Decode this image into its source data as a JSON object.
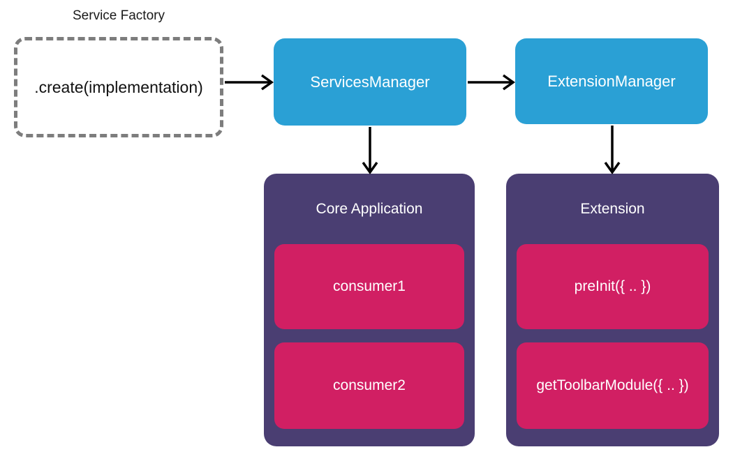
{
  "factory": {
    "label": "Service Factory",
    "method": ".create(implementation)"
  },
  "nodes": {
    "services_manager": "ServicesManager",
    "extension_manager": "ExtensionManager"
  },
  "core_application": {
    "title": "Core Application",
    "items": [
      {
        "label": "consumer1"
      },
      {
        "label": "consumer2"
      }
    ]
  },
  "extension": {
    "title": "Extension",
    "items": [
      {
        "label": "preInit({ .. })"
      },
      {
        "label": "getToolbarModule({ .. })"
      }
    ]
  },
  "colors": {
    "manager_blue": "#2aa0d5",
    "container_purple": "#4a3e72",
    "module_pink": "#d11f63",
    "dashed_border_gray": "#7d7d7d",
    "arrow_black": "#000000",
    "text_dark": "#1a1a1a",
    "text_light": "#ffffff"
  }
}
